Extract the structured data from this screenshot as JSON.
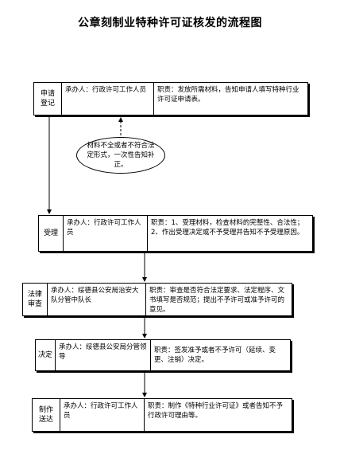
{
  "title": "公章刻制业特种许可证核发的流程图",
  "stages": [
    {
      "label": "申请\n登记",
      "handler": "承办人：行政许可工作人员",
      "duty": "职责：发放所需材料，告知申请人填写特种行业许可证申请表。"
    },
    {
      "label": "受理",
      "handler": "承办人：行政许可工作人员",
      "duty": "职责：1、受理材料，检查材料的完整性、合法性； 2、作出受理决定或不予受理并告知不予受理原因。"
    },
    {
      "label": "法律\n审查",
      "handler": "承办人：绥德县公安局治安大队分管中队长",
      "duty": "职责：审查是否符合法定要求、法定程序、文书填写是否规范；提出不予许可或准予许可的意见。"
    },
    {
      "label": "决定",
      "handler": "承办人：绥德县公安局分管领导",
      "duty": "职责：签发准予或者不予许可（延续、变更、注销）决定。"
    },
    {
      "label": "制作\n送达",
      "handler": "承办人：行政许可工作人员",
      "duty": "职责：制作《特种行业许可证》或者告知不予行政许可理由等。"
    }
  ],
  "note": "材料不全或者不符合法定形式，一次性告知补正。"
}
